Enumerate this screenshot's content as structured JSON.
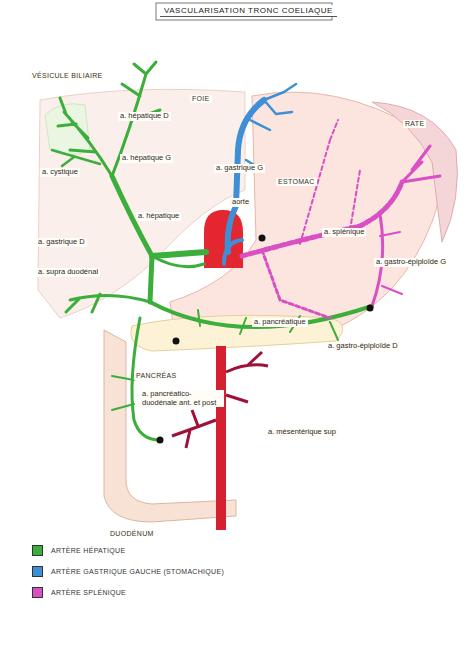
{
  "diagram": {
    "title": "VASCULARISATION TRONC COELIAQUE",
    "labels": [
      "VÉSICULE BILIAIRE",
      "FOIE",
      "RATE",
      "a. hépatique D",
      "a. hépatique G",
      "a. cystique",
      "a. gastrique G",
      "ESTOMAC",
      "aorte",
      "a. hépatique",
      "a. gastrique D",
      "a. splénique",
      "a. gastro-épiploïde G",
      "a. supra duodénal",
      "a. pancréatique",
      "a. gastro-épiploïde D",
      "PANCRÉAS",
      "a. pancréatico-duodénale ant. et post",
      "a. mésentérique sup",
      "DUODÉNUM"
    ],
    "legend": [
      {
        "text": "ARTÈRE HÉPATIQUE",
        "color": "#3cae3c"
      },
      {
        "text": "ARTÈRE GASTRIQUE GAUCHE (STOMACHIQUE)",
        "color": "#3f8fd6"
      },
      {
        "text": "ARTÈRE SPLÉNIQUE",
        "color": "#d94fc4"
      }
    ]
  }
}
